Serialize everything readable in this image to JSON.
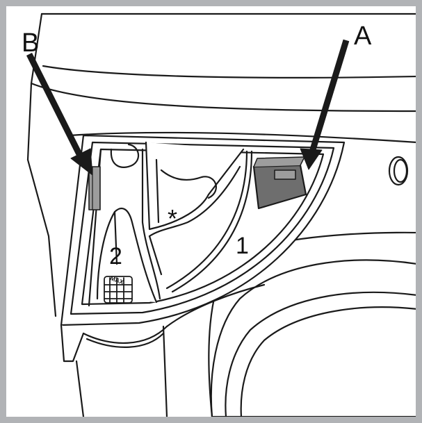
{
  "labels": {
    "a": "A",
    "b": "B",
    "star": "*",
    "compartment_1": "1",
    "compartment_2": "2",
    "max_mark": "MAX"
  },
  "colors": {
    "border": "#b1b3b6",
    "line": "#1a1a1a",
    "fill": "#ffffff",
    "shade": "#6e6e6e",
    "tab": "#9d9d9d"
  }
}
